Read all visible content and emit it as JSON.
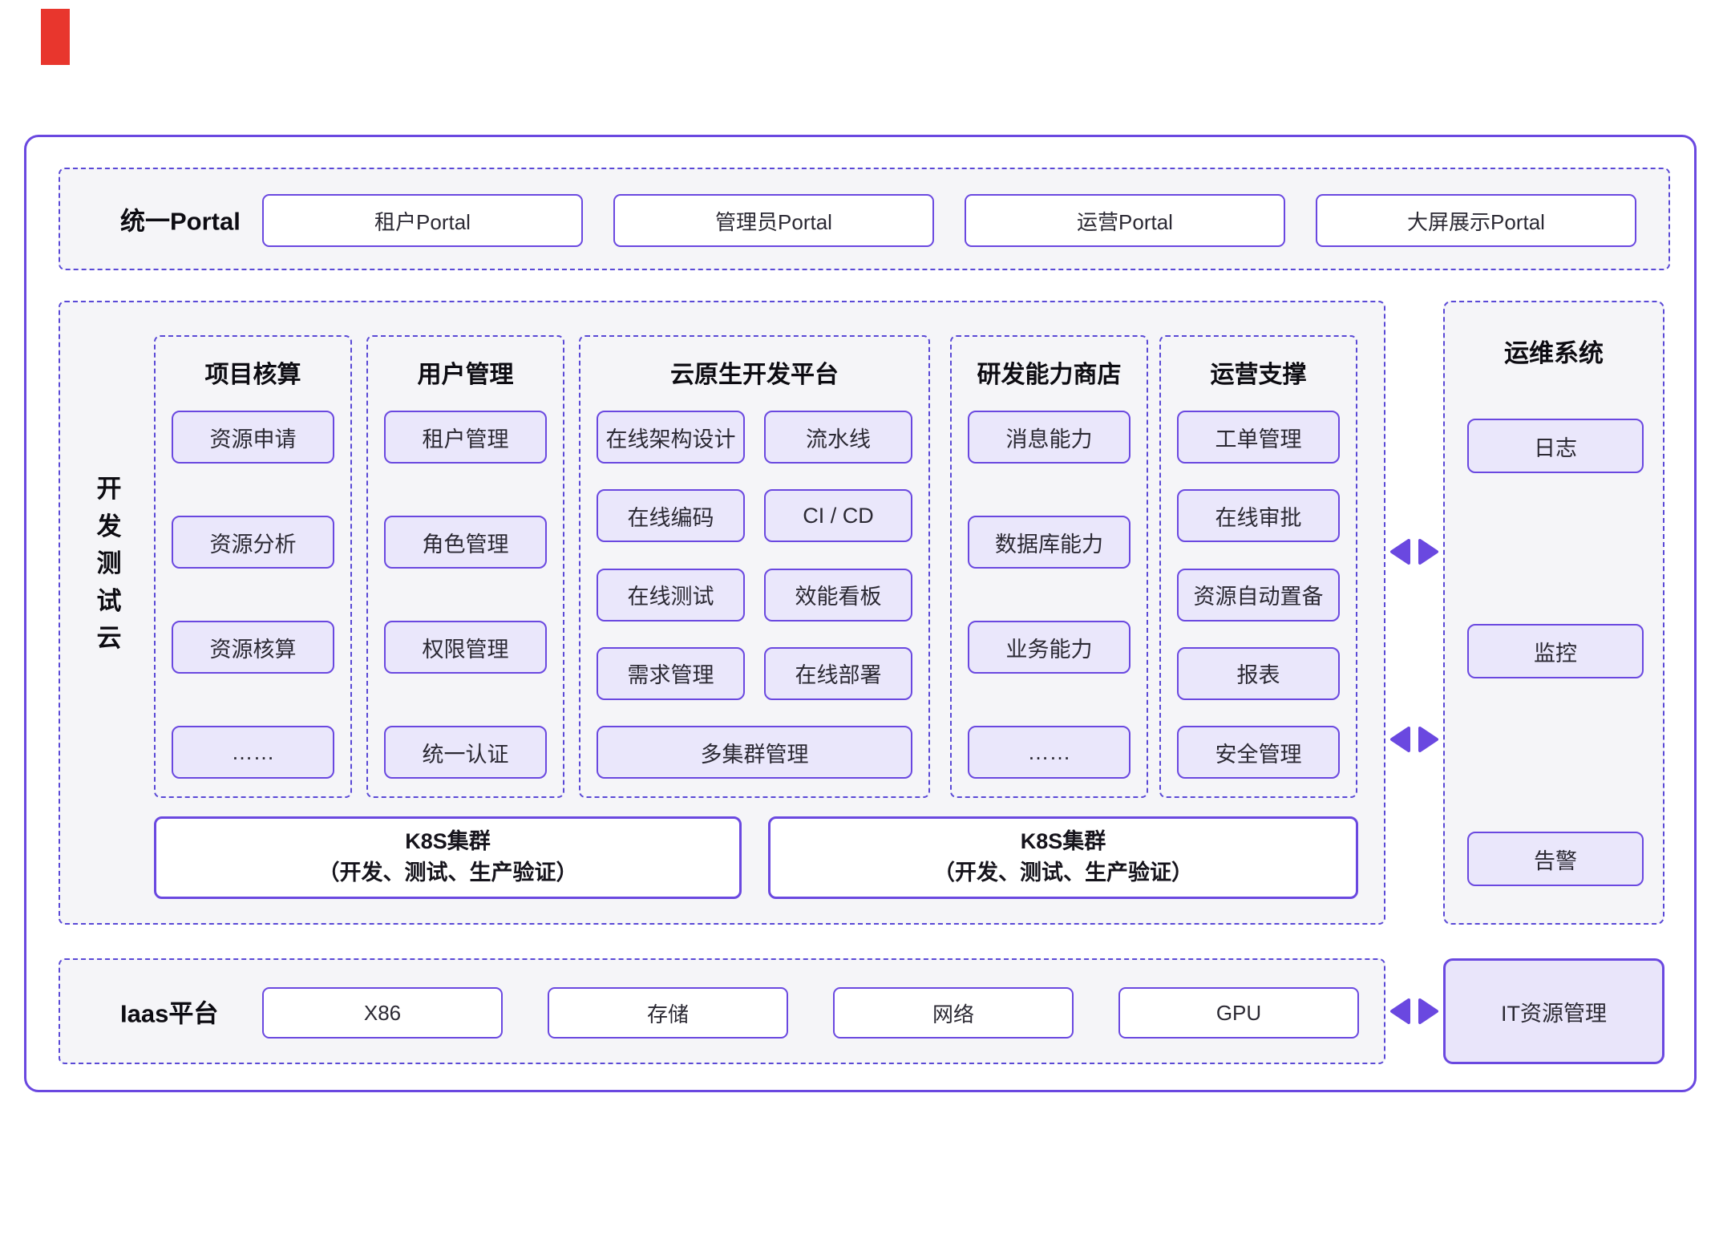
{
  "colors": {
    "accent_purple": "#6a48e0",
    "dashed_purple": "#5a49d6",
    "item_fill": "#eae7fb",
    "section_bg": "#f5f5f8",
    "marker_red": "#e8362d"
  },
  "portal": {
    "label": "统一Portal",
    "items": [
      "租户Portal",
      "管理员Portal",
      "运营Portal",
      "大屏展示Portal"
    ]
  },
  "middle": {
    "vertical_label": "开发测试云",
    "columns": [
      {
        "title": "项目核算",
        "items": [
          "资源申请",
          "资源分析",
          "资源核算",
          "……"
        ]
      },
      {
        "title": "用户管理",
        "items": [
          "租户管理",
          "角色管理",
          "权限管理",
          "统一认证"
        ]
      },
      {
        "title": "云原生开发平台",
        "rows": [
          [
            "在线架构设计",
            "流水线"
          ],
          [
            "在线编码",
            "CI / CD"
          ],
          [
            "在线测试",
            "效能看板"
          ],
          [
            "需求管理",
            "在线部署"
          ]
        ],
        "full_item": "多集群管理"
      },
      {
        "title": "研发能力商店",
        "items": [
          "消息能力",
          "数据库能力",
          "业务能力",
          "……"
        ]
      },
      {
        "title": "运营支撑",
        "items": [
          "工单管理",
          "在线审批",
          "资源自动置备",
          "报表",
          "安全管理"
        ]
      }
    ],
    "k8s_clusters": [
      {
        "line1": "K8S集群",
        "line2": "（开发、测试、生产验证）"
      },
      {
        "line1": "K8S集群",
        "line2": "（开发、测试、生产验证）"
      }
    ]
  },
  "ops": {
    "title": "运维系统",
    "items": [
      "日志",
      "监控",
      "告警"
    ]
  },
  "iaas": {
    "label": "Iaas平台",
    "items": [
      "X86",
      "存储",
      "网络",
      "GPU"
    ]
  },
  "it_box": {
    "label": "IT资源管理"
  }
}
